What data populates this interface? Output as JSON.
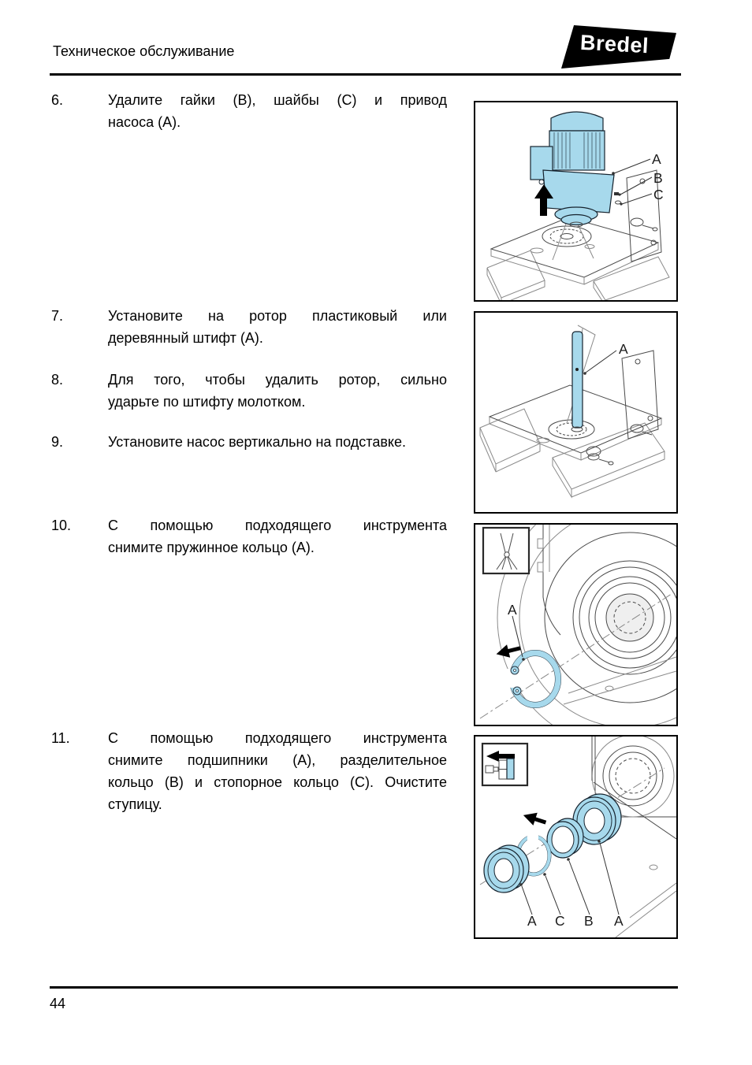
{
  "header": {
    "section_title": "Техническое обслуживание",
    "logo_text": "Bredel"
  },
  "steps": [
    {
      "number": "6.",
      "lines": [
        "Удалите гайки (B), шайбы (C) и привод",
        "насоса (A)."
      ]
    },
    {
      "number": "7.",
      "lines": [
        "Установите на ротор пластиковый или",
        "деревянный штифт (A)."
      ]
    },
    {
      "number": "8.",
      "lines": [
        "Для того, чтобы удалить ротор, сильно",
        "ударьте по штифту молотком."
      ]
    },
    {
      "number": "9.",
      "lines": [
        "Установите насос вертикально на подставке."
      ]
    },
    {
      "number": "10.",
      "lines": [
        "С помощью подходящего инструмента",
        "снимите пружинное кольцо (A)."
      ]
    },
    {
      "number": "11.",
      "lines": [
        "С помощью подходящего инструмента",
        "снимите подшипники (A), разделительное",
        "кольцо (B) и стопорное кольцо (C). Очистите",
        "ступицу."
      ]
    }
  ],
  "figures": [
    {
      "name": "remove-drive",
      "labels": [
        "A",
        "B",
        "C"
      ]
    },
    {
      "name": "wooden-pin",
      "labels": [
        "A"
      ]
    },
    {
      "name": "remove-circlip",
      "labels": [
        "A"
      ]
    },
    {
      "name": "remove-bearings",
      "labels": [
        "A",
        "C",
        "B",
        "A"
      ]
    }
  ],
  "footer": {
    "page_number": "44"
  },
  "colors": {
    "highlight_blue": "#A7D9EC",
    "logo_background": "#000000",
    "line_art": "#4a4a4a"
  }
}
